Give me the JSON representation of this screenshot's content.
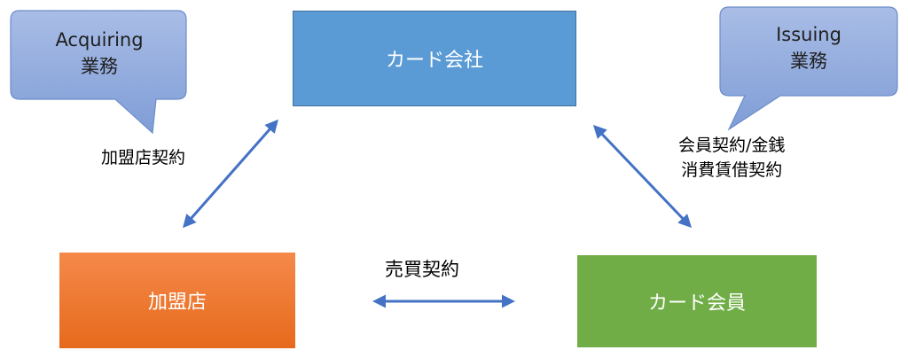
{
  "boxes": {
    "card_company": "カード会社",
    "merchant": "加盟店",
    "card_member": "カード会員"
  },
  "labels": {
    "merchant_contract": "加盟店契約",
    "member_contract_line1": "会員契約/金銭",
    "member_contract_line2": "消費賃借契約",
    "sales_contract": "売買契約"
  },
  "callouts": {
    "acquiring_line1": "Acquiring",
    "acquiring_line2": "業務",
    "issuing_line1": "Issuing",
    "issuing_line2": "業務"
  },
  "colors": {
    "card_company_fill": "#5b9bd5",
    "merchant_fill": "#ed7d31",
    "member_fill": "#70ad47",
    "callout_fill": "#8faadc",
    "arrow": "#4472c4"
  }
}
